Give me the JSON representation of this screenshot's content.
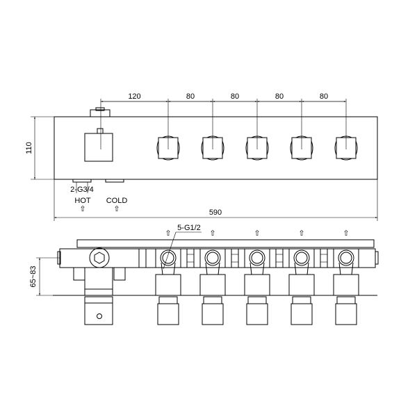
{
  "front_view": {
    "spacing_dims": [
      "120",
      "80",
      "80",
      "80",
      "80"
    ],
    "height_dim": "110",
    "width_dim": "590",
    "inlet_thread": "2-G3/4",
    "hot_label": "HOT",
    "cold_label": "COLD",
    "arrow_glyph": "⇧"
  },
  "side_view": {
    "outlet_thread": "5-G1/2",
    "depth_dim": "65~83",
    "arrow_glyph": "⇧"
  },
  "colors": {
    "line": "#000000",
    "background": "#ffffff"
  }
}
